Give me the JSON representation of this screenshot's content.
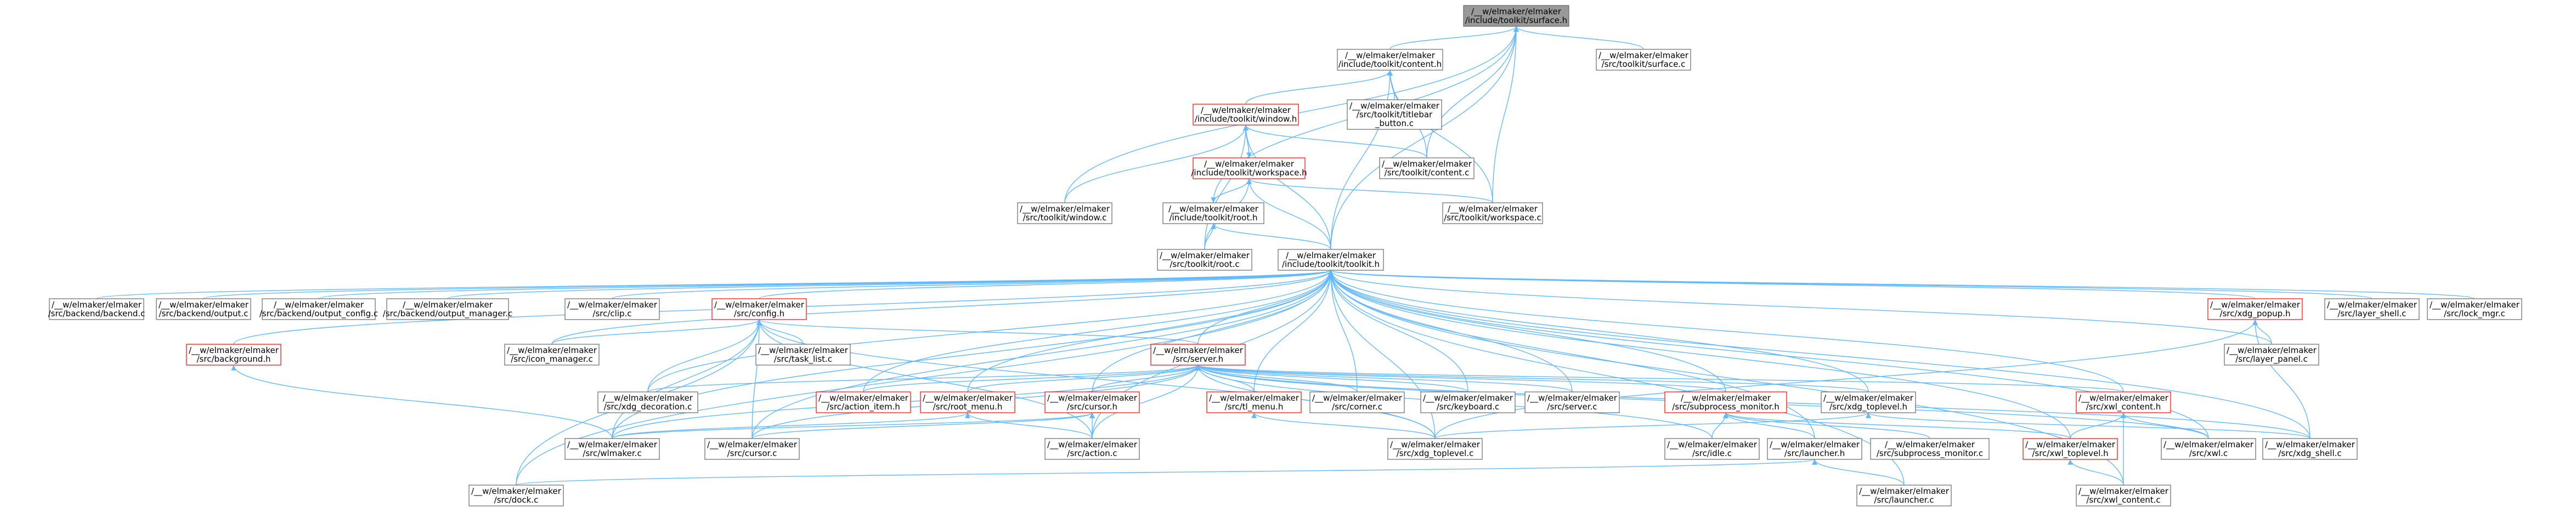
{
  "colors": {
    "edge": "#63b8ff",
    "node_fill": "#ffffff",
    "node_border": "#666666",
    "node_border_red": "#ff0000",
    "root_fill": "#999999",
    "text": "#000000"
  },
  "nodes": {
    "surface_h": {
      "lines": [
        "/__w/elmaker/elmaker",
        "/include/toolkit/surface.h"
      ],
      "style": "root"
    },
    "surface_c": {
      "lines": [
        "/__w/elmaker/elmaker",
        "/src/toolkit/surface.c"
      ],
      "style": "normal"
    },
    "content_h": {
      "lines": [
        "/__w/elmaker/elmaker",
        "/include/toolkit/content.h"
      ],
      "style": "normal"
    },
    "window_h": {
      "lines": [
        "/__w/elmaker/elmaker",
        "/include/toolkit/window.h"
      ],
      "style": "red"
    },
    "titlebar_button_c": {
      "lines": [
        "/__w/elmaker/elmaker",
        "/src/toolkit/titlebar",
        "_button.c"
      ],
      "style": "normal"
    },
    "workspace_h": {
      "lines": [
        "/__w/elmaker/elmaker",
        "/include/toolkit/workspace.h"
      ],
      "style": "red"
    },
    "content_c": {
      "lines": [
        "/__w/elmaker/elmaker",
        "/src/toolkit/content.c"
      ],
      "style": "normal"
    },
    "window_c": {
      "lines": [
        "/__w/elmaker/elmaker",
        "/src/toolkit/window.c"
      ],
      "style": "normal"
    },
    "root_h": {
      "lines": [
        "/__w/elmaker/elmaker",
        "/include/toolkit/root.h"
      ],
      "style": "normal"
    },
    "workspace_c": {
      "lines": [
        "/__w/elmaker/elmaker",
        "/src/toolkit/workspace.c"
      ],
      "style": "normal"
    },
    "root_c": {
      "lines": [
        "/__w/elmaker/elmaker",
        "/src/toolkit/root.c"
      ],
      "style": "normal"
    },
    "toolkit_h": {
      "lines": [
        "/__w/elmaker/elmaker",
        "/include/toolkit/toolkit.h"
      ],
      "style": "normal"
    },
    "backend_c": {
      "lines": [
        "/__w/elmaker/elmaker",
        "/src/backend/backend.c"
      ],
      "style": "normal"
    },
    "output_c": {
      "lines": [
        "/__w/elmaker/elmaker",
        "/src/backend/output.c"
      ],
      "style": "normal"
    },
    "output_config_c": {
      "lines": [
        "/__w/elmaker/elmaker",
        "/src/backend/output_config.c"
      ],
      "style": "normal"
    },
    "output_manager_c": {
      "lines": [
        "/__w/elmaker/elmaker",
        "/src/backend/output_manager.c"
      ],
      "style": "normal"
    },
    "clip_c": {
      "lines": [
        "/__w/elmaker/elmaker",
        "/src/clip.c"
      ],
      "style": "normal"
    },
    "config_h": {
      "lines": [
        "/__w/elmaker/elmaker",
        "/src/config.h"
      ],
      "style": "red"
    },
    "xdg_popup_h": {
      "lines": [
        "/__w/elmaker/elmaker",
        "/src/xdg_popup.h"
      ],
      "style": "red"
    },
    "layer_shell_c": {
      "lines": [
        "/__w/elmaker/elmaker",
        "/src/layer_shell.c"
      ],
      "style": "normal"
    },
    "lock_mgr_c": {
      "lines": [
        "/__w/elmaker/elmaker",
        "/src/lock_mgr.c"
      ],
      "style": "normal"
    },
    "background_h": {
      "lines": [
        "/__w/elmaker/elmaker",
        "/src/background.h"
      ],
      "style": "red"
    },
    "icon_manager_c": {
      "lines": [
        "/__w/elmaker/elmaker",
        "/src/icon_manager.c"
      ],
      "style": "normal"
    },
    "task_list_c": {
      "lines": [
        "/__w/elmaker/elmaker",
        "/src/task_list.c"
      ],
      "style": "normal"
    },
    "server_h": {
      "lines": [
        "/__w/elmaker/elmaker",
        "/src/server.h"
      ],
      "style": "red"
    },
    "layer_panel_c": {
      "lines": [
        "/__w/elmaker/elmaker",
        "/src/layer_panel.c"
      ],
      "style": "normal"
    },
    "xdg_decoration_c": {
      "lines": [
        "/__w/elmaker/elmaker",
        "/src/xdg_decoration.c"
      ],
      "style": "normal"
    },
    "action_item_h": {
      "lines": [
        "/__w/elmaker/elmaker",
        "/src/action_item.h"
      ],
      "style": "red"
    },
    "root_menu_h": {
      "lines": [
        "/__w/elmaker/elmaker",
        "/src/root_menu.h"
      ],
      "style": "red"
    },
    "cursor_h": {
      "lines": [
        "/__w/elmaker/elmaker",
        "/src/cursor.h"
      ],
      "style": "red"
    },
    "tl_menu_h": {
      "lines": [
        "/__w/elmaker/elmaker",
        "/src/tl_menu.h"
      ],
      "style": "red"
    },
    "corner_c": {
      "lines": [
        "/__w/elmaker/elmaker",
        "/src/corner.c"
      ],
      "style": "normal"
    },
    "keyboard_c": {
      "lines": [
        "/__w/elmaker/elmaker",
        "/src/keyboard.c"
      ],
      "style": "normal"
    },
    "server_c": {
      "lines": [
        "/__w/elmaker/elmaker",
        "/src/server.c"
      ],
      "style": "normal"
    },
    "subprocess_monitor_h": {
      "lines": [
        "/__w/elmaker/elmaker",
        "/src/subprocess_monitor.h"
      ],
      "style": "red"
    },
    "xdg_toplevel_h": {
      "lines": [
        "/__w/elmaker/elmaker",
        "/src/xdg_toplevel.h"
      ],
      "style": "normal"
    },
    "xwl_content_h": {
      "lines": [
        "/__w/elmaker/elmaker",
        "/src/xwl_content.h"
      ],
      "style": "red"
    },
    "wlmaker_c": {
      "lines": [
        "/__w/elmaker/elmaker",
        "/src/wlmaker.c"
      ],
      "style": "normal"
    },
    "cursor_c": {
      "lines": [
        "/__w/elmaker/elmaker",
        "/src/cursor.c"
      ],
      "style": "normal"
    },
    "action_c": {
      "lines": [
        "/__w/elmaker/elmaker",
        "/src/action.c"
      ],
      "style": "normal"
    },
    "xdg_toplevel_c": {
      "lines": [
        "/__w/elmaker/elmaker",
        "/src/xdg_toplevel.c"
      ],
      "style": "normal"
    },
    "idle_c": {
      "lines": [
        "/__w/elmaker/elmaker",
        "/src/idle.c"
      ],
      "style": "normal"
    },
    "launcher_h": {
      "lines": [
        "/__w/elmaker/elmaker",
        "/src/launcher.h"
      ],
      "style": "normal"
    },
    "subprocess_monitor_c": {
      "lines": [
        "/__w/elmaker/elmaker",
        "/src/subprocess_monitor.c"
      ],
      "style": "normal"
    },
    "xwl_toplevel_h": {
      "lines": [
        "/__w/elmaker/elmaker",
        "/src/xwl_toplevel.h"
      ],
      "style": "red"
    },
    "xwl_c": {
      "lines": [
        "/__w/elmaker/elmaker",
        "/src/xwl.c"
      ],
      "style": "normal"
    },
    "xdg_shell_c": {
      "lines": [
        "/__w/elmaker/elmaker",
        "/src/xdg_shell.c"
      ],
      "style": "normal"
    },
    "dock_c": {
      "lines": [
        "/__w/elmaker/elmaker",
        "/src/dock.c"
      ],
      "style": "normal"
    },
    "launcher_c": {
      "lines": [
        "/__w/elmaker/elmaker",
        "/src/launcher.c"
      ],
      "style": "normal"
    },
    "xwl_content_c": {
      "lines": [
        "/__w/elmaker/elmaker",
        "/src/xwl_content.c"
      ],
      "style": "normal"
    }
  },
  "edges": [
    [
      "content_h",
      "surface_h"
    ],
    [
      "surface_c",
      "surface_h"
    ],
    [
      "window_c",
      "surface_h"
    ],
    [
      "content_c",
      "surface_h"
    ],
    [
      "workspace_c",
      "surface_h"
    ],
    [
      "root_h",
      "surface_h"
    ],
    [
      "toolkit_h",
      "surface_h"
    ],
    [
      "window_h",
      "content_h"
    ],
    [
      "titlebar_button_c",
      "content_h"
    ],
    [
      "content_c",
      "content_h"
    ],
    [
      "workspace_c",
      "content_h"
    ],
    [
      "toolkit_h",
      "content_h"
    ],
    [
      "workspace_h",
      "window_h"
    ],
    [
      "window_c",
      "window_h"
    ],
    [
      "content_c",
      "window_h"
    ],
    [
      "root_c",
      "window_h"
    ],
    [
      "toolkit_h",
      "window_h"
    ],
    [
      "window_h",
      "workspace_h"
    ],
    [
      "root_h",
      "workspace_h"
    ],
    [
      "workspace_c",
      "workspace_h"
    ],
    [
      "toolkit_h",
      "workspace_h"
    ],
    [
      "root_c",
      "workspace_h"
    ],
    [
      "workspace_h",
      "root_h"
    ],
    [
      "root_c",
      "root_h"
    ],
    [
      "toolkit_h",
      "root_h"
    ],
    [
      "backend_c",
      "toolkit_h"
    ],
    [
      "output_c",
      "toolkit_h"
    ],
    [
      "output_config_c",
      "toolkit_h"
    ],
    [
      "output_manager_c",
      "toolkit_h"
    ],
    [
      "clip_c",
      "toolkit_h"
    ],
    [
      "config_h",
      "toolkit_h"
    ],
    [
      "xdg_popup_h",
      "toolkit_h"
    ],
    [
      "layer_shell_c",
      "toolkit_h"
    ],
    [
      "lock_mgr_c",
      "toolkit_h"
    ],
    [
      "background_h",
      "toolkit_h"
    ],
    [
      "icon_manager_c",
      "toolkit_h"
    ],
    [
      "server_h",
      "toolkit_h"
    ],
    [
      "xdg_decoration_c",
      "toolkit_h"
    ],
    [
      "action_item_h",
      "toolkit_h"
    ],
    [
      "root_menu_h",
      "toolkit_h"
    ],
    [
      "cursor_h",
      "toolkit_h"
    ],
    [
      "tl_menu_h",
      "toolkit_h"
    ],
    [
      "corner_c",
      "toolkit_h"
    ],
    [
      "keyboard_c",
      "toolkit_h"
    ],
    [
      "server_c",
      "toolkit_h"
    ],
    [
      "subprocess_monitor_h",
      "toolkit_h"
    ],
    [
      "xdg_toplevel_h",
      "toolkit_h"
    ],
    [
      "xwl_content_h",
      "toolkit_h"
    ],
    [
      "wlmaker_c",
      "toolkit_h"
    ],
    [
      "cursor_c",
      "toolkit_h"
    ],
    [
      "dock_c",
      "toolkit_h"
    ],
    [
      "xdg_toplevel_c",
      "toolkit_h"
    ],
    [
      "launcher_h",
      "toolkit_h"
    ],
    [
      "xwl_toplevel_h",
      "toolkit_h"
    ],
    [
      "xwl_c",
      "toolkit_h"
    ],
    [
      "xdg_shell_c",
      "toolkit_h"
    ],
    [
      "launcher_c",
      "toolkit_h"
    ],
    [
      "xwl_content_c",
      "toolkit_h"
    ],
    [
      "layer_panel_c",
      "toolkit_h"
    ],
    [
      "action_c",
      "toolkit_h"
    ],
    [
      "icon_manager_c",
      "config_h"
    ],
    [
      "task_list_c",
      "config_h"
    ],
    [
      "server_h",
      "config_h"
    ],
    [
      "xdg_decoration_c",
      "config_h"
    ],
    [
      "wlmaker_c",
      "config_h"
    ],
    [
      "cursor_c",
      "config_h"
    ],
    [
      "dock_c",
      "config_h"
    ],
    [
      "action_c",
      "config_h"
    ],
    [
      "xdg_toplevel_c",
      "config_h"
    ],
    [
      "layer_panel_c",
      "xdg_popup_h"
    ],
    [
      "xdg_shell_c",
      "xdg_popup_h"
    ],
    [
      "xdg_toplevel_c",
      "xdg_popup_h"
    ],
    [
      "wlmaker_c",
      "background_h"
    ],
    [
      "action_item_h",
      "server_h"
    ],
    [
      "root_menu_h",
      "server_h"
    ],
    [
      "cursor_h",
      "server_h"
    ],
    [
      "tl_menu_h",
      "server_h"
    ],
    [
      "corner_c",
      "server_h"
    ],
    [
      "keyboard_c",
      "server_h"
    ],
    [
      "server_c",
      "server_h"
    ],
    [
      "subprocess_monitor_h",
      "server_h"
    ],
    [
      "xdg_toplevel_h",
      "server_h"
    ],
    [
      "xwl_content_h",
      "server_h"
    ],
    [
      "xdg_decoration_c",
      "server_h"
    ],
    [
      "wlmaker_c",
      "server_h"
    ],
    [
      "cursor_c",
      "server_h"
    ],
    [
      "action_c",
      "server_h"
    ],
    [
      "xdg_toplevel_c",
      "server_h"
    ],
    [
      "xwl_c",
      "server_h"
    ],
    [
      "xdg_shell_c",
      "server_h"
    ],
    [
      "idle_c",
      "server_h"
    ],
    [
      "wlmaker_c",
      "root_menu_h"
    ],
    [
      "action_c",
      "root_menu_h"
    ],
    [
      "wlmaker_c",
      "cursor_h"
    ],
    [
      "cursor_c",
      "cursor_h"
    ],
    [
      "action_c",
      "cursor_h"
    ],
    [
      "xdg_toplevel_c",
      "tl_menu_h"
    ],
    [
      "idle_c",
      "subprocess_monitor_h"
    ],
    [
      "launcher_h",
      "subprocess_monitor_h"
    ],
    [
      "subprocess_monitor_c",
      "subprocess_monitor_h"
    ],
    [
      "xwl_toplevel_h",
      "subprocess_monitor_h"
    ],
    [
      "xdg_toplevel_c",
      "xdg_toplevel_h"
    ],
    [
      "xdg_shell_c",
      "xdg_toplevel_h"
    ],
    [
      "xwl_toplevel_h",
      "xwl_content_h"
    ],
    [
      "xwl_c",
      "xwl_content_h"
    ],
    [
      "xwl_content_c",
      "xwl_content_h"
    ],
    [
      "dock_c",
      "launcher_h"
    ],
    [
      "launcher_c",
      "launcher_h"
    ],
    [
      "xwl_content_c",
      "xwl_toplevel_h"
    ]
  ]
}
